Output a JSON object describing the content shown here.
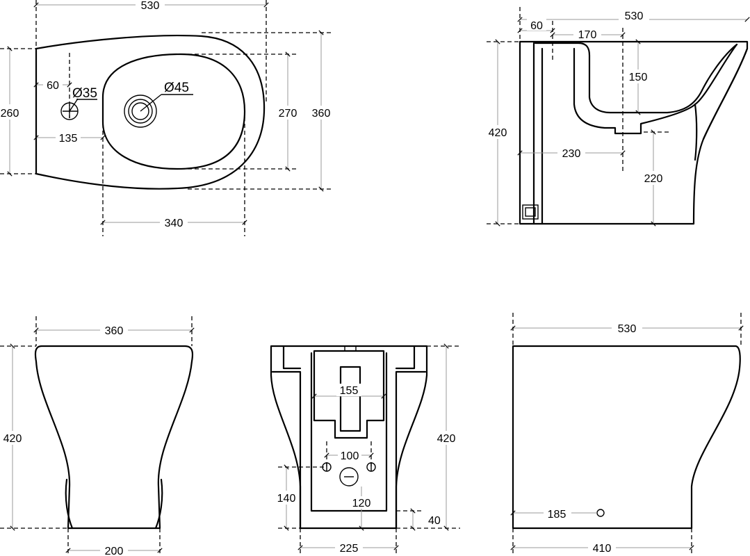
{
  "views": {
    "top": {
      "overall_width": "530",
      "left_offset": "60",
      "left_height": "260",
      "tap_hole_diameter": "Ø35",
      "drain_diameter": "Ø45",
      "tap_to_drain": "135",
      "bowl_height": "270",
      "overall_depth": "360",
      "bowl_width": "340"
    },
    "side_section": {
      "overall_width": "530",
      "wall_offset": "60",
      "outlet_offset": "170",
      "outlet_depth": "150",
      "height": "420",
      "outlet_distance": "230",
      "outlet_height": "220"
    },
    "front": {
      "width": "360",
      "height": "420",
      "base_width": "200"
    },
    "rear": {
      "inner_width": "155",
      "hole_spacing": "100",
      "height": "420",
      "hole_height": "140",
      "drain_height": "120",
      "base_clearance": "40",
      "base_width": "225"
    },
    "side": {
      "width": "530",
      "hole_distance": "185",
      "base_length": "410"
    }
  }
}
